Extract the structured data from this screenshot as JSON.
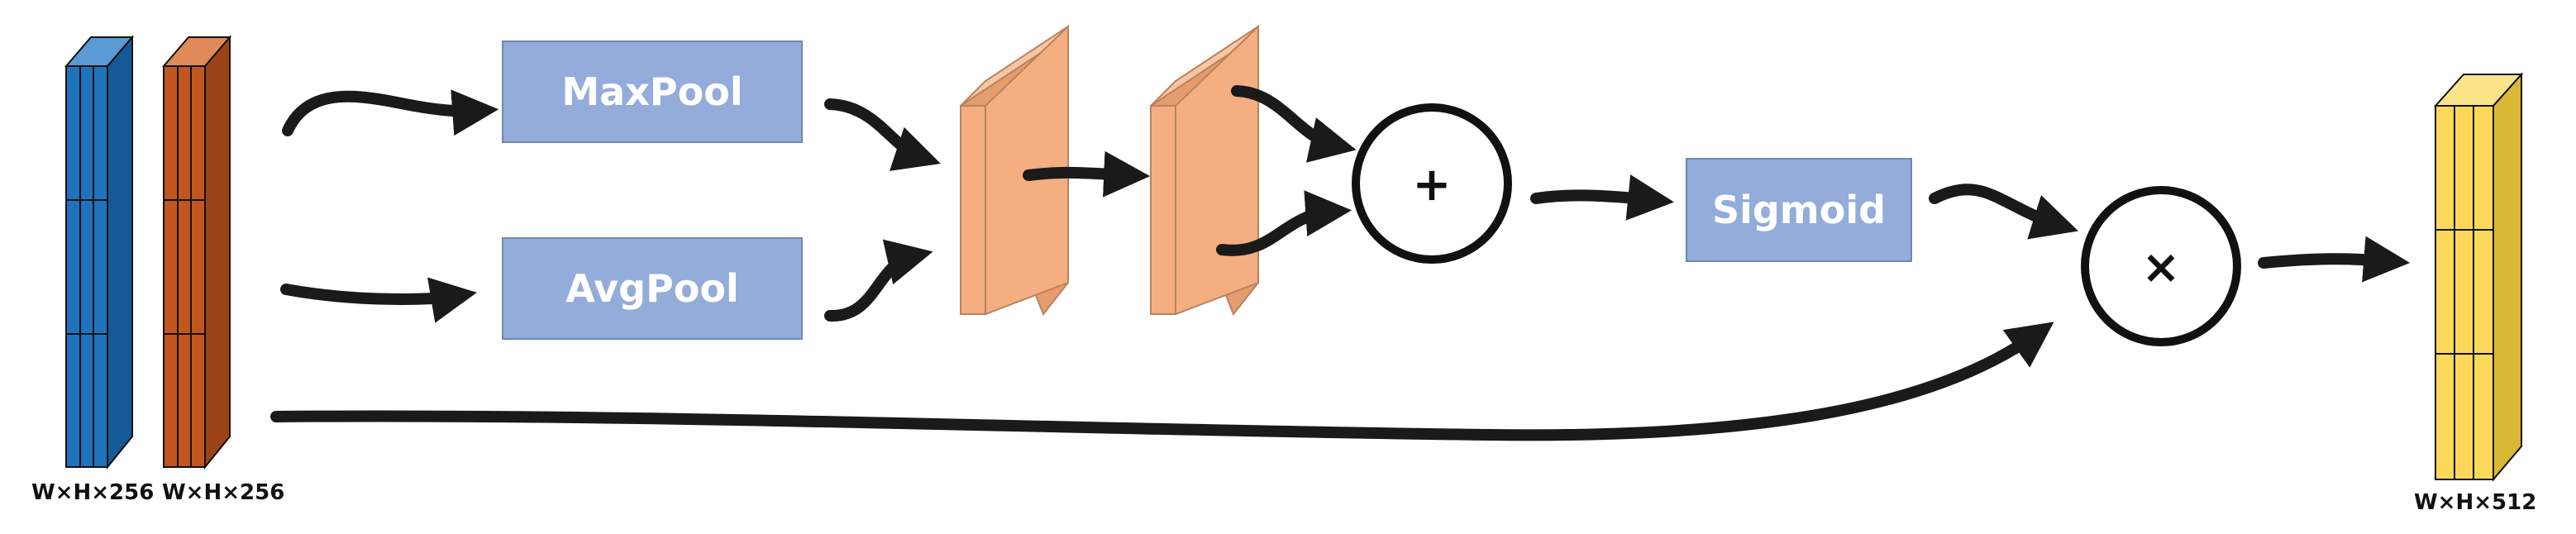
{
  "labels": {
    "input_a_dims": "W×H×256",
    "input_b_dims": "W×H×256",
    "output_dims": "W×H×512"
  },
  "boxes": {
    "maxpool": "MaxPool",
    "avgpool": "AvgPool",
    "sigmoid": "Sigmoid"
  },
  "operators": {
    "add": "+",
    "multiply": "×"
  },
  "colors": {
    "input_a": "#1f73bd",
    "input_b": "#c2561f",
    "output": "#f9d85a",
    "box_fill": "#93acd9",
    "feature_map": "#f4ae80",
    "arrow": "#1a1a1a"
  },
  "icons": {
    "arrow": "curved-arrow"
  }
}
